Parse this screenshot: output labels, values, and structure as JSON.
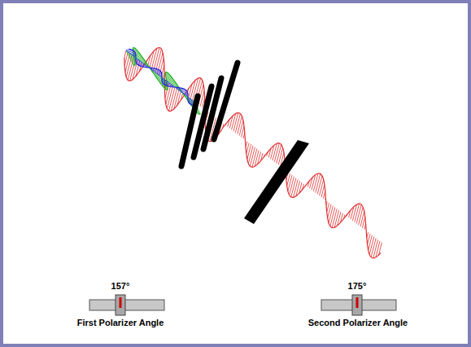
{
  "diagram": {
    "labels": [
      "157°",
      "First Polarizer Angle",
      "175°",
      "Second Polarizer Angle"
    ]
  }
}
